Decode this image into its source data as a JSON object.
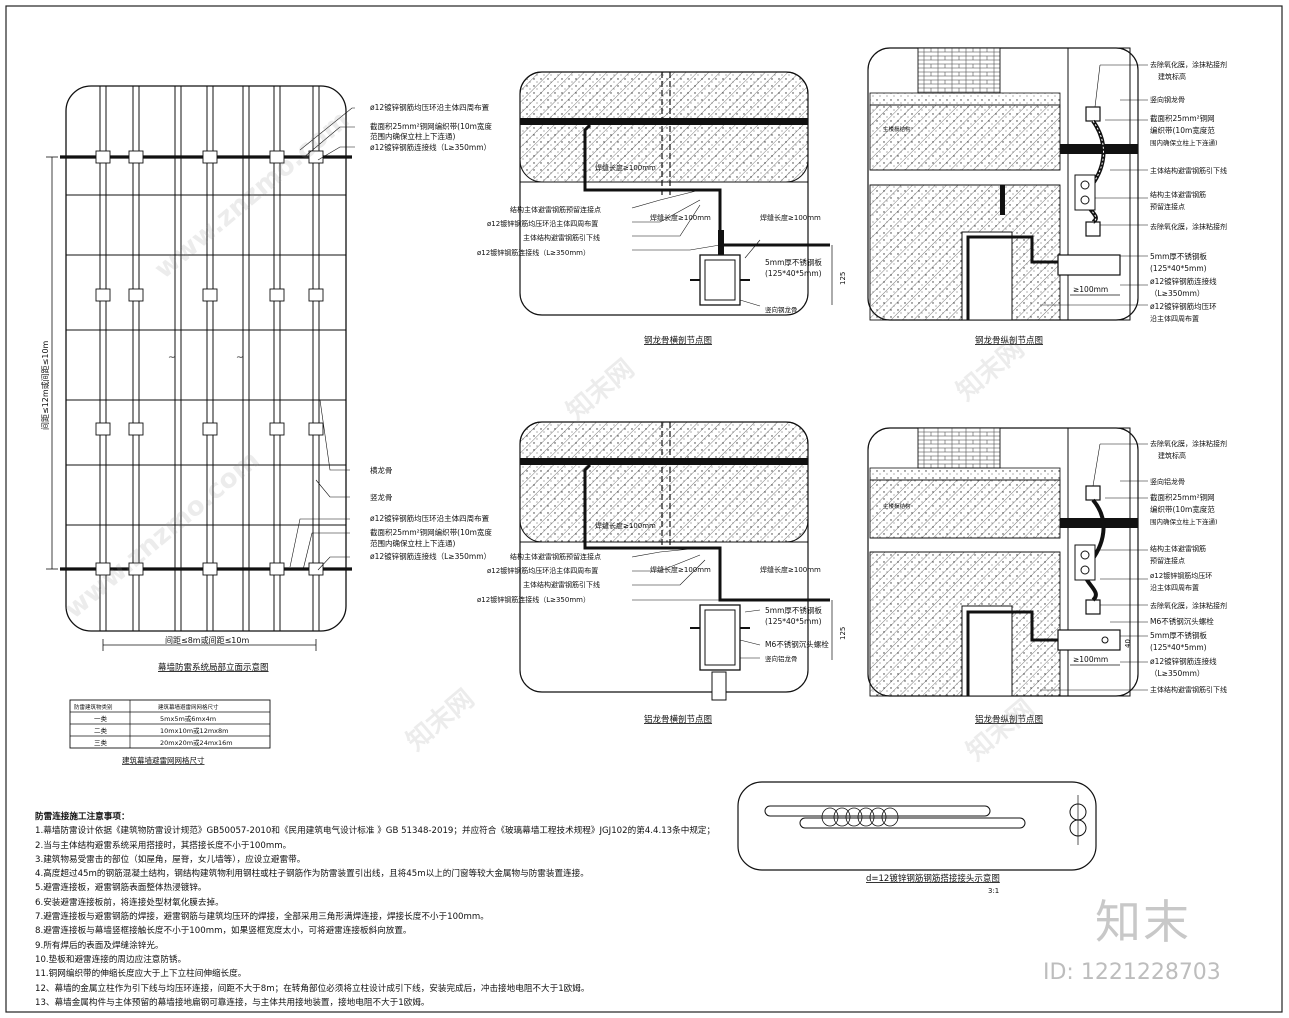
{
  "colors": {
    "line": "#111111",
    "hatch": "#555555",
    "watermark": "#c8c8c8"
  },
  "titles": {
    "elevation": "幕墙防雷系统局部立面示意图",
    "steel_section": "钢龙骨横剖节点图",
    "steel_long": "钢龙骨纵剖节点图",
    "alu_section": "铝龙骨横剖节点图",
    "alu_long": "铝龙骨纵剖节点图",
    "weld": "d=12镀锌钢筋钢筋搭接接头示意图",
    "weld_scale": "3:1",
    "table": "建筑幕墙避雷网网格尺寸"
  },
  "elevation": {
    "dim_h": "间距≤8m或间距≤10m",
    "dim_v": "间距≤12m或间距≤10m",
    "callouts": [
      "ø12镀锌钢筋均压环沿主体四周布置",
      "截面积25mm²铜网编织带(10m宽度",
      "范围内确保立柱上下连通)",
      "ø12镀锌钢筋连接线（L≥350mm）"
    ],
    "callouts_low": [
      "横龙骨",
      "竖龙骨",
      "ø12镀锌钢筋均压环沿主体四周布置",
      "截面积25mm²铜网编织带(10m宽度",
      "范围内确保立柱上下连通)",
      "ø12镀锌钢筋连接线（L≥350mm）"
    ]
  },
  "steel_section": {
    "weld_len": "焊缝长度≥100mm",
    "weld_len2": "焊缝长度≥100mm",
    "weld_len3": "焊缝长度≥100mm",
    "left": [
      "结构主体避雷钢筋预留连接点",
      "ø12镀锌钢筋均压环沿主体四周布置",
      "主体结构避雷钢筋引下线",
      "ø12镀锌钢筋连接线（L≥350mm）"
    ],
    "right": [
      "5mm厚不锈钢板",
      "(125*40*5mm)",
      "竖向钢龙骨"
    ],
    "dim": "125"
  },
  "alu_section": {
    "weld_len": "焊缝长度≥100mm",
    "weld_len2": "焊缝长度≥100mm",
    "weld_len3": "焊缝长度≥100mm",
    "left": [
      "结构主体避雷钢筋预留连接点",
      "ø12镀锌钢筋均压环沿主体四周布置",
      "主体结构避雷钢筋引下线",
      "ø12镀锌钢筋连接线（L≥350mm）"
    ],
    "right": [
      "5mm厚不锈钢板",
      "(125*40*5mm)",
      "M6不锈钢沉头螺栓",
      "竖向铝龙骨"
    ],
    "dim": "125"
  },
  "steel_long": {
    "labels": [
      "去除氧化膜，涂抹粘接剂",
      "建筑标高",
      "竖向钢龙骨",
      "截面积25mm²铜网",
      "编织带(10m宽度范",
      "围内确保立柱上下连通)",
      "主体结构避雷钢筋引下线",
      "结构主体避雷钢筋",
      "预留连接点",
      "去除氧化膜，涂抹粘接剂",
      "5mm厚不锈钢板",
      "(125*40*5mm)",
      "ø12镀锌钢筋连接线",
      "（L≥350mm）",
      "ø12镀锌钢筋均压环",
      "沿主体四周布置"
    ],
    "weld_len": "≥100mm",
    "floor": "主楼板结构"
  },
  "alu_long": {
    "labels": [
      "去除氧化膜，涂抹粘接剂",
      "建筑标高",
      "竖向铝龙骨",
      "截面积25mm²铜网",
      "编织带(10m宽度范",
      "围内确保立柱上下连通)",
      "结构主体避雷钢筋",
      "预留连接点",
      "ø12镀锌钢筋均压环",
      "沿主体四周布置",
      "去除氧化膜，涂抹粘接剂",
      "M6不锈钢沉头螺栓",
      "5mm厚不锈钢板",
      "(125*40*5mm)",
      "ø12镀锌钢筋连接线",
      "（L≥350mm）",
      "主体结构避雷钢筋引下线"
    ],
    "weld_len": "≥100mm",
    "dim": "40",
    "floor": "主楼板结构"
  },
  "table": {
    "header": [
      "防雷建筑物类别",
      "建筑幕墙避雷网网格尺寸"
    ],
    "rows": [
      [
        "一类",
        "5mx5m或6mx4m"
      ],
      [
        "二类",
        "10mx10m或12mx8m"
      ],
      [
        "三类",
        "20mx20m或24mx16m"
      ]
    ]
  },
  "notes": [
    "防雷连接施工注意事项：",
    "1.幕墙防雷设计依据《建筑物防雷设计规范》GB50057-2010和《民用建筑电气设计标准 》GB 51348-2019；并应符合《玻璃幕墙工程技术规程》JGJ102的第4.4.13条中规定；",
    "2.当与主体结构避雷系统采用搭接时，其搭接长度不小于100mm。",
    "3.建筑物易受雷击的部位（如屋角，屋脊，女儿墙等），应设立避雷带。",
    "4.高度超过45m的钢筋混凝土结构，钢结构建筑物利用钢柱或柱子钢筋作为防雷装置引出线，且将45m以上的门窗等较大金属物与防雷装置连接。",
    "5.避雷连接板，避雷钢筋表面整体热浸镀锌。",
    "6.安装避雷连接板前，将连接处型材氧化膜去掉。",
    "7.避雷连接板与避雷钢筋的焊接，避雷钢筋与建筑均压环的焊接，全部采用三角形满焊连接，焊接长度不小于100mm。",
    "8.避雷连接板与幕墙竖框接触长度不小于100mm，如果竖框宽度太小，可将避雷连接板斜向放置。",
    "9.所有焊后的表面及焊缝涂锌光。",
    "10.垫板和避雷连接的周边应注意防锈。",
    "11.铜网编织带的伸缩长度应大于上下立柱间伸缩长度。",
    "12、幕墙的金属立柱作为引下线与均压环连接，间距不大于8m；在转角部位必须将立柱设计成引下线，安装完成后，冲击接地电阻不大于1欧姆。",
    "13、幕墙金属构件与主体预留的幕墙接地扁钢可靠连接，与主体共用接地装置，接地电阻不大于1欧姆。"
  ],
  "watermark": {
    "site": "www.znzmo.com",
    "cn": "知末网",
    "brand": "知末",
    "id": "ID: 1221228703"
  }
}
